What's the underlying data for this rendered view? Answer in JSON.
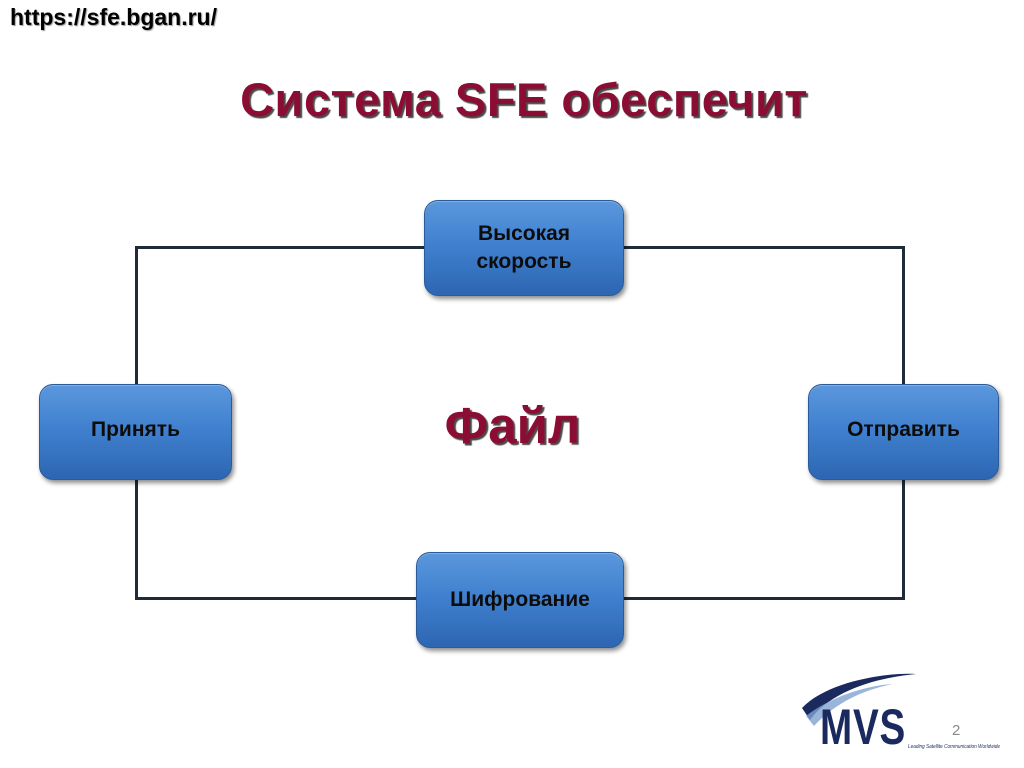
{
  "header": {
    "url": "https://sfe.bgan.ru/"
  },
  "title": "Система SFE обеспечит",
  "diagram": {
    "center_label": "Файл",
    "nodes": {
      "speed": "Высокая скорость",
      "receive": "Принять",
      "send": "Отправить",
      "encrypt": "Шифрование"
    }
  },
  "logo": {
    "text": "MVS",
    "tagline": "Leading Satellite Communication Worldwide"
  },
  "footer": {
    "page_number": "2"
  },
  "colors": {
    "title": "#8c0d33",
    "box_fill": "#4081cf",
    "frame": "#1f2a3a",
    "logo_navy": "#1a2a5e"
  }
}
